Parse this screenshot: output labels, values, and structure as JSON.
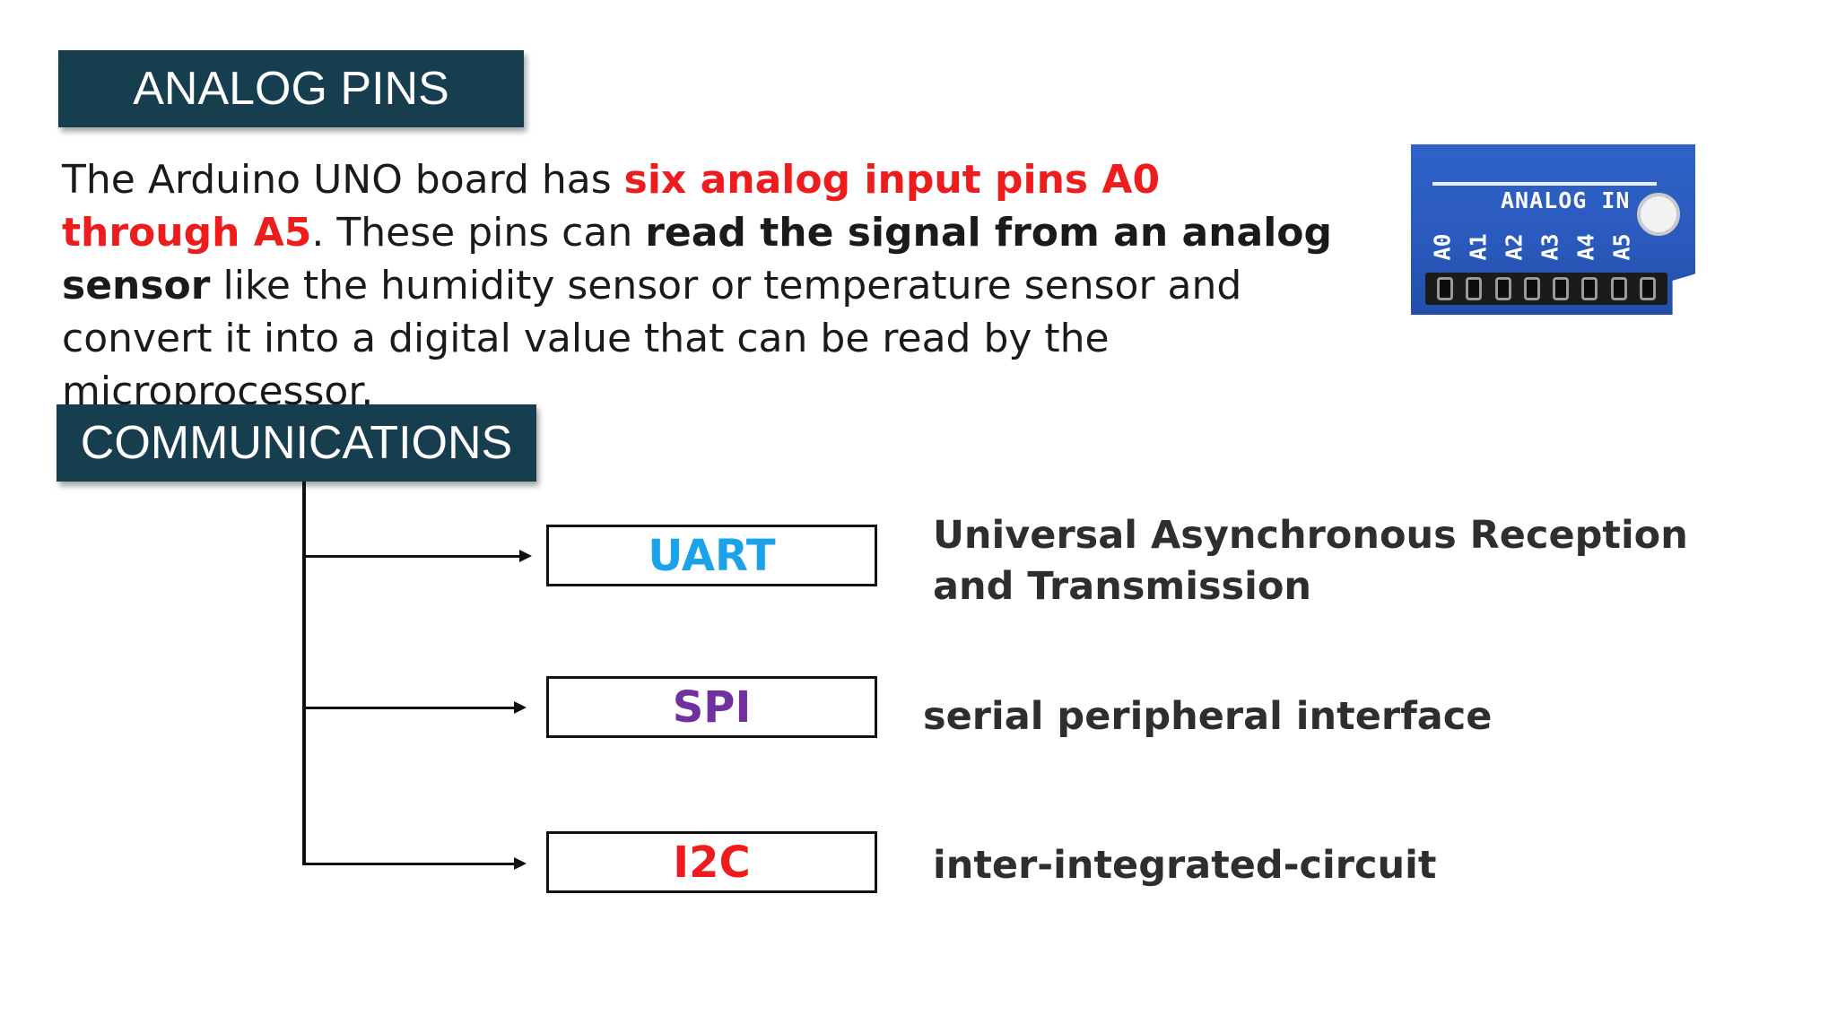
{
  "analog_section": {
    "header": "ANALOG PINS",
    "paragraph": {
      "part1": "The Arduino UNO board has ",
      "highlight1": "six analog input pins A0 through A5",
      "part2": ". These pins can ",
      "highlight2": "read the signal from an analog sensor",
      "part3": " like the humidity sensor or temperature sensor and convert it into a digital value that can be read by the microprocessor."
    },
    "board_image": {
      "title": "ANALOG IN",
      "pins": [
        "A0",
        "A1",
        "A2",
        "A3",
        "A4",
        "A5"
      ]
    }
  },
  "communications_section": {
    "header": "COMMUNICATIONS",
    "protocols": [
      {
        "name": "UART",
        "color": "#1aa3e8",
        "description": "Universal Asynchronous Reception and Transmission"
      },
      {
        "name": "SPI",
        "color": "#7030a0",
        "description": "serial peripheral interface"
      },
      {
        "name": "I2C",
        "color": "#ee1c1c",
        "description": "inter-integrated-circuit"
      }
    ]
  },
  "colors": {
    "header_bg": "#163e4f",
    "highlight_red": "#ee1c1c"
  }
}
